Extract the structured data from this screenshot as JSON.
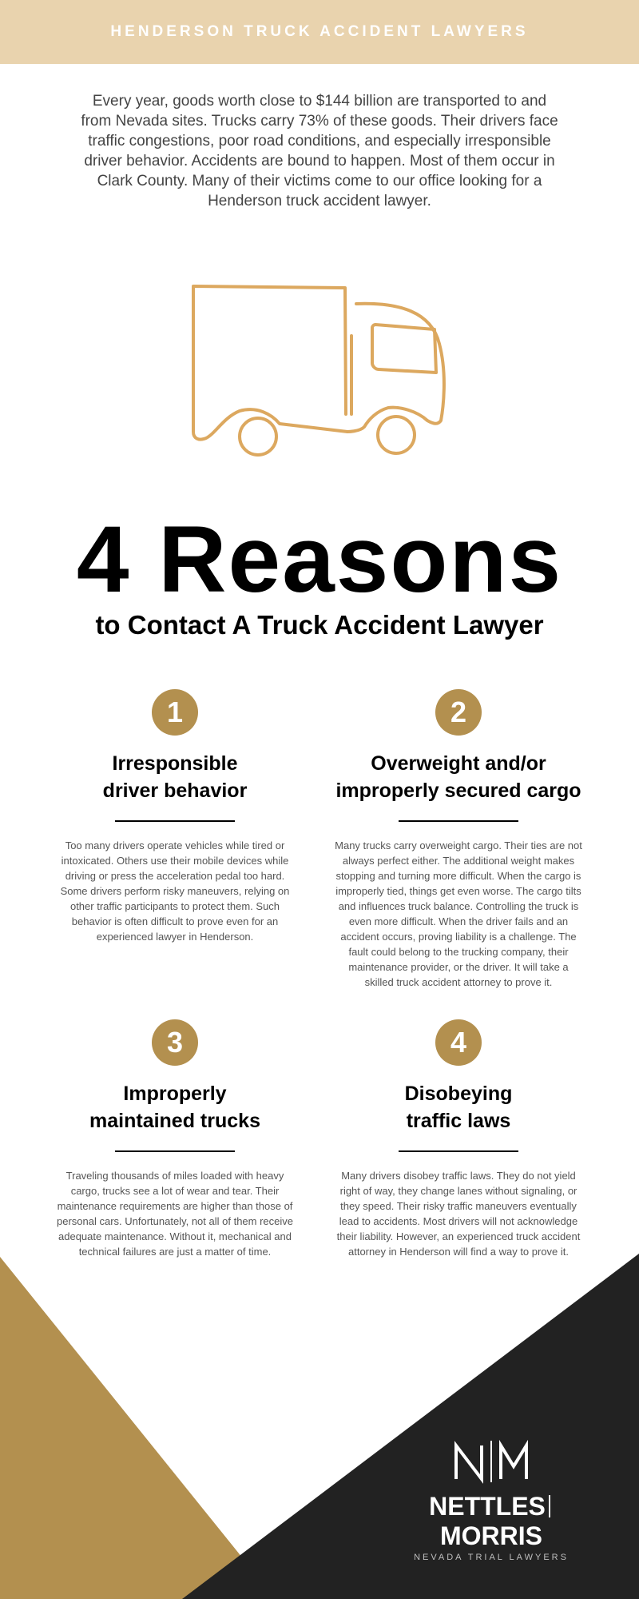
{
  "header": {
    "title": "HENDERSON TRUCK ACCIDENT LAWYERS"
  },
  "intro": {
    "text": "Every year, goods worth close to $144 billion are transported to and from Nevada sites. Trucks carry 73% of these goods. Their drivers face traffic congestions, poor road conditions, and especially irresponsible driver behavior. Accidents are bound to happen. Most of them occur in Clark County. Many of their victims come to our office looking for a Henderson truck accident lawyer."
  },
  "hero": {
    "icon": "truck-outline-icon",
    "title": "4 Reasons",
    "subtitle": "to Contact A Truck Accident Lawyer"
  },
  "reasons": [
    {
      "number": "1",
      "title_line1": "Irresponsible",
      "title_line2": "driver behavior",
      "body": "Too many drivers operate vehicles while tired or intoxicated. Others use their mobile devices while driving or press the acceleration pedal too hard. Some drivers perform risky maneuvers, relying on other traffic participants to protect them. Such behavior is often difficult to prove even for an experienced lawyer in Henderson."
    },
    {
      "number": "2",
      "title_line1": "Overweight and/or",
      "title_line2": "improperly secured cargo",
      "body": "Many trucks carry overweight cargo. Their ties are not always perfect either. The additional weight makes stopping and turning more difficult. When the cargo is improperly tied, things get even worse. The cargo tilts and influences truck balance. Controlling the truck is even more difficult. When the driver fails and an accident occurs, proving liability is a challenge. The fault could belong to the trucking company, their maintenance provider, or the driver. It will take a skilled truck accident attorney to prove it."
    },
    {
      "number": "3",
      "title_line1": "Improperly",
      "title_line2": "maintained trucks",
      "body": "Traveling thousands of miles loaded with heavy cargo, trucks see a lot of wear and tear. Their maintenance requirements are higher than those of personal cars. Unfortunately, not all of them receive adequate maintenance. Without it, mechanical and technical failures are just a matter of time."
    },
    {
      "number": "4",
      "title_line1": "Disobeying",
      "title_line2": "traffic laws",
      "body": "Many drivers disobey traffic laws. They do not yield right of way, they change lanes without signaling, or they speed. Their risky traffic maneuvers eventually lead to accidents. Most drivers will not acknowledge their liability. However, an experienced truck accident attorney in Henderson will find a way to prove it."
    }
  ],
  "footer": {
    "logo_name_left": "NETTLES",
    "logo_name_right": "MORRIS",
    "logo_tagline": "NEVADA TRIAL LAWYERS",
    "logo_mark": "N|M"
  },
  "colors": {
    "header_bg": "#e9d3ae",
    "accent_gold": "#b3904f",
    "truck_stroke": "#dca85f",
    "dark_panel": "#222222"
  }
}
